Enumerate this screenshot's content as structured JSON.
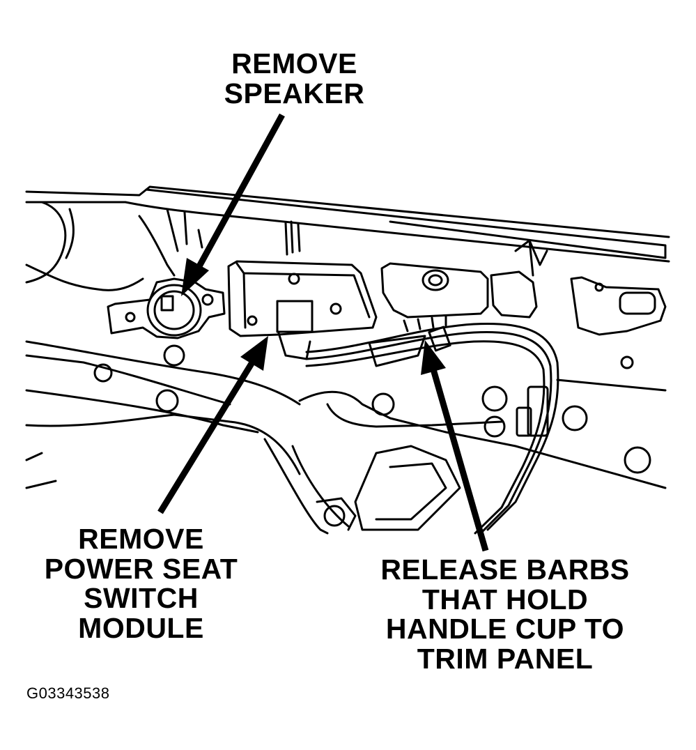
{
  "callouts": {
    "speaker": [
      "REMOVE",
      "SPEAKER"
    ],
    "power_seat": [
      "REMOVE",
      "POWER SEAT",
      "SWITCH",
      "MODULE"
    ],
    "barbs": [
      "RELEASE BARBS",
      "THAT HOLD",
      "HANDLE CUP TO",
      "TRIM PANEL"
    ]
  },
  "figure_id": "G03343538"
}
